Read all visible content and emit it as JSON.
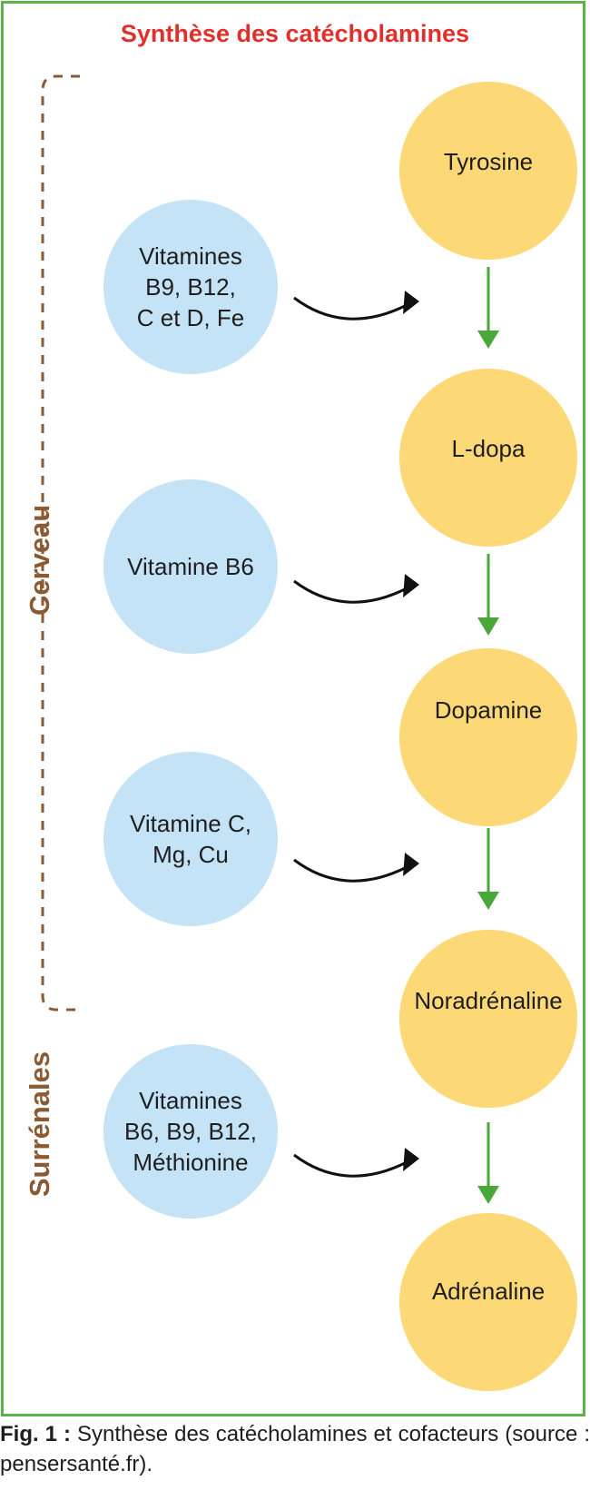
{
  "title": "Synthèse des catécholamines",
  "sides": {
    "brain": "Cerveau",
    "adrenal": "Surrénales"
  },
  "substrates": [
    {
      "label": "Tyrosine"
    },
    {
      "label": "L-dopa"
    },
    {
      "label": "Dopamine"
    },
    {
      "label": "Noradrénaline"
    },
    {
      "label": "Adrénaline"
    }
  ],
  "cofactors": [
    {
      "lines": [
        "Vitamines",
        "B9, B12,",
        "C et D, Fe"
      ]
    },
    {
      "lines": [
        "Vitamine B6"
      ]
    },
    {
      "lines": [
        "Vitamine C,",
        "Mg, Cu"
      ]
    },
    {
      "lines": [
        "Vitamines",
        "B6, B9, B12,",
        "Méthionine"
      ]
    }
  ],
  "caption": {
    "label": "Fig. 1 :",
    "text": "Synthèse des catécholamines et cofacteurs (source : pensersanté.fr)."
  },
  "colors": {
    "frame": "#5cb447",
    "title": "#e0302b",
    "substrate": "#fcd877",
    "cofactor": "#c4e3f7",
    "pathway_arrow": "#4aa83a",
    "bracket": "#8a5b33"
  }
}
